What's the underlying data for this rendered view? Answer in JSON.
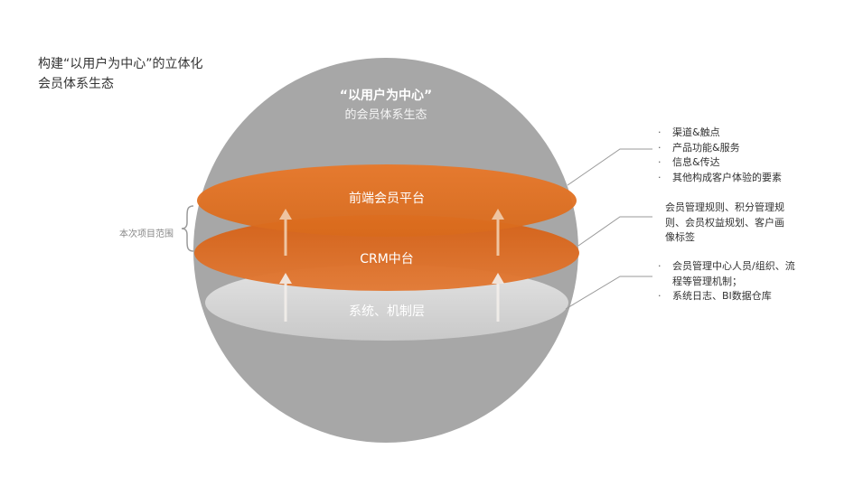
{
  "heading": {
    "line1": "构建“以用户为中心”的立体化",
    "line2": "会员体系生态"
  },
  "sphere": {
    "title": "“以用户为中心”",
    "subtitle": "的会员体系生态"
  },
  "layers": [
    {
      "label": "前端会员平台"
    },
    {
      "label": "CRM中台"
    },
    {
      "label": "系统、机制层"
    }
  ],
  "scope_label": "本次项目范围",
  "notes": {
    "frontend": [
      "渠道&触点",
      "产品功能&服务",
      "信息&传达",
      "其他构成客户体验的要素"
    ],
    "crm": [
      "会员管理规则、积分管理规",
      "则、会员权益规划、客户画",
      "像标签"
    ],
    "system": [
      {
        "lines": [
          "会员管理中心人员/组织、流",
          "程等管理机制；"
        ]
      },
      {
        "lines": [
          "系统日志、BI数据仓库"
        ]
      }
    ]
  },
  "colors": {
    "sphere": "#a6a6a6",
    "frontend_layer": "#e0731f",
    "crm_layer": "#dc6f23",
    "system_layer": "#d9d9d9",
    "arrow": "#f2efec",
    "connector": "#999999"
  }
}
